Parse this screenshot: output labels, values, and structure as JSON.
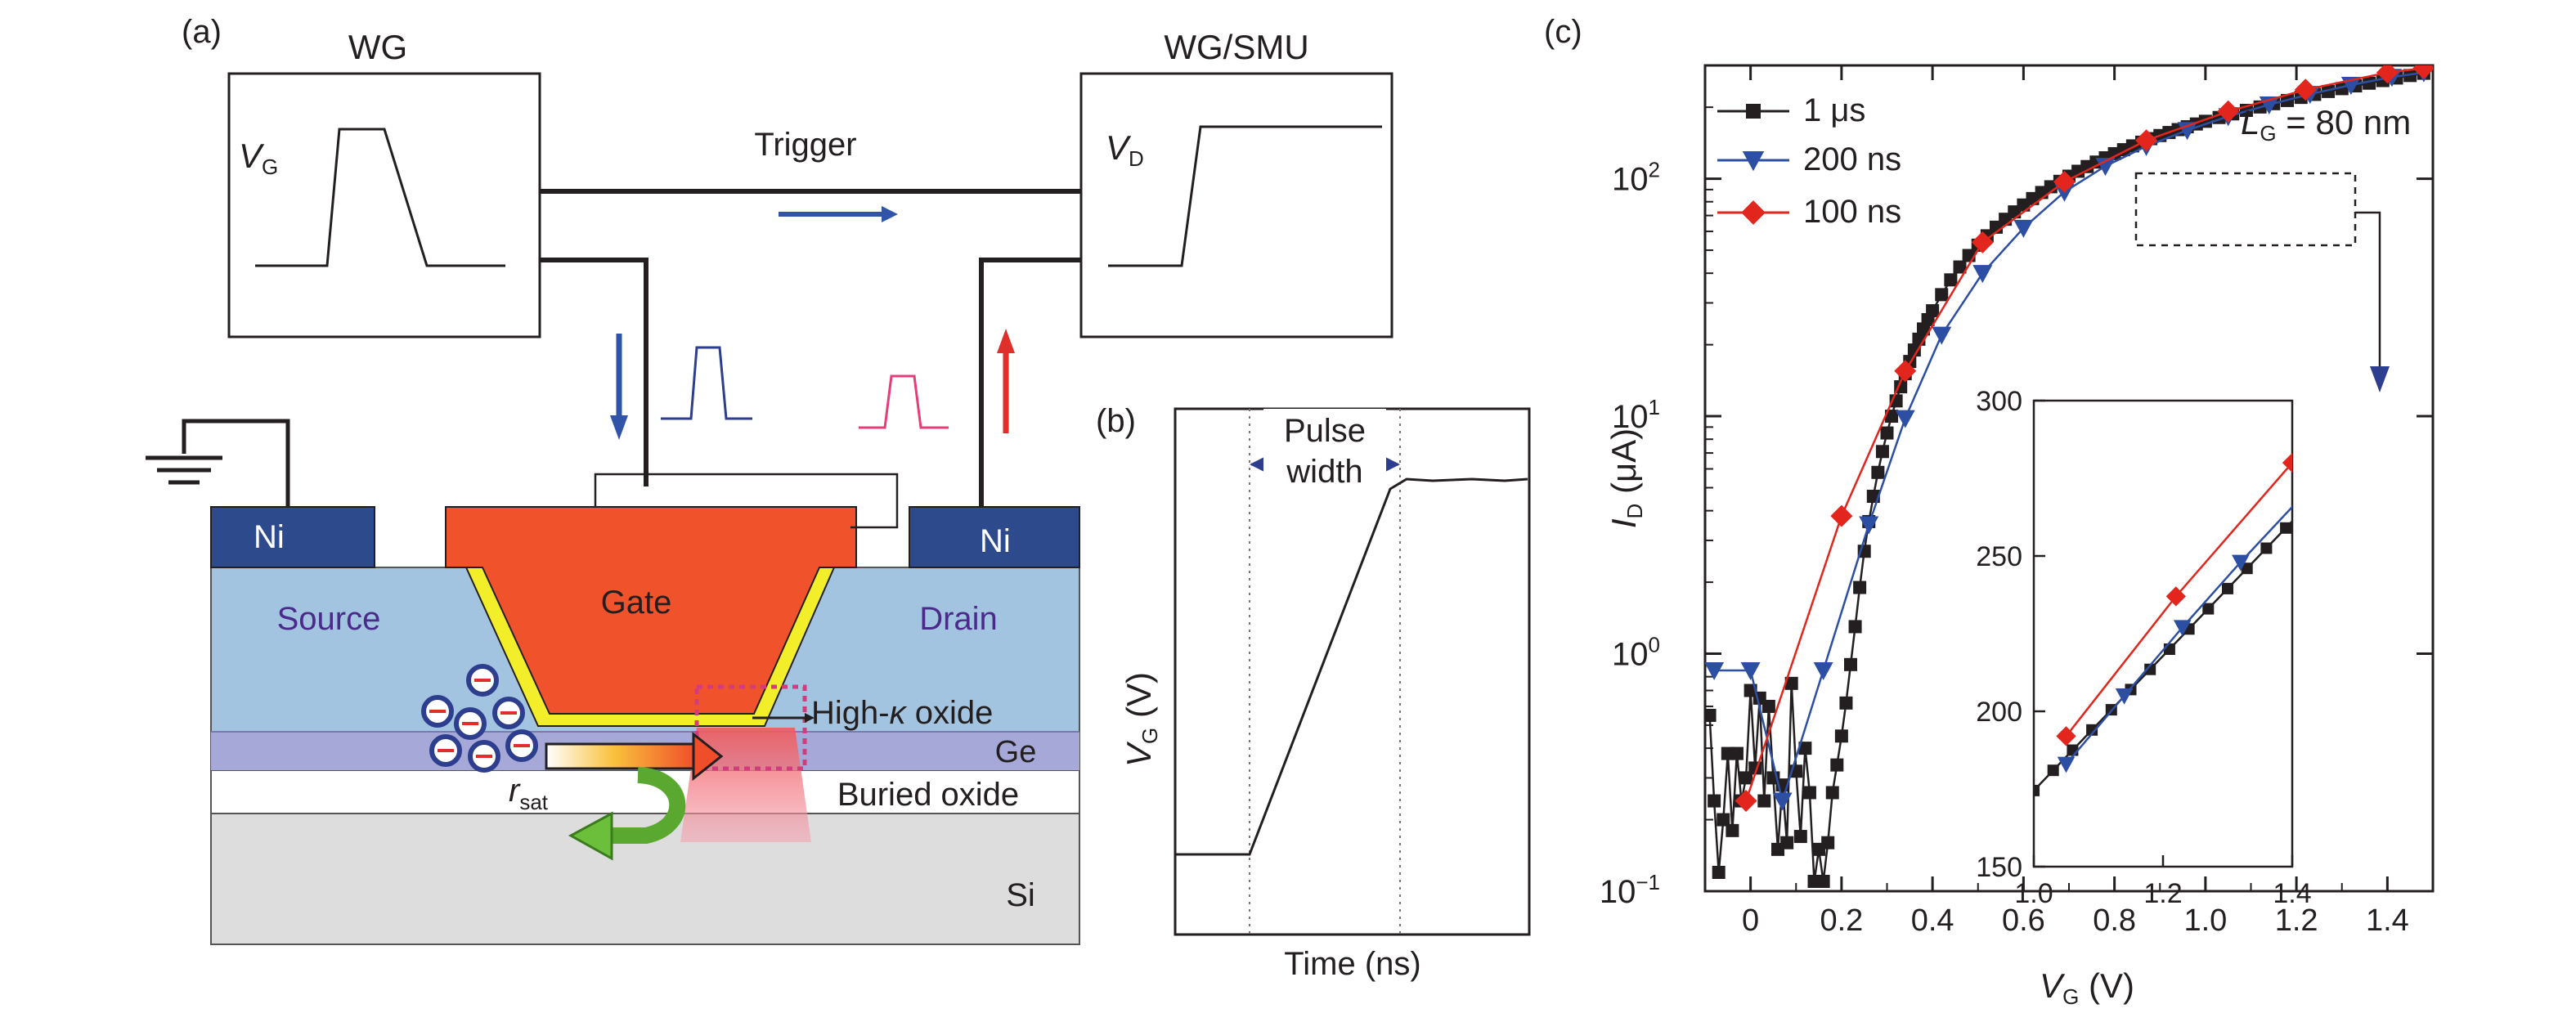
{
  "panel_labels": {
    "a": "(a)",
    "b": "(b)",
    "c": "(c)"
  },
  "panel_a": {
    "wg_title": "WG",
    "wg_smu_title": "WG/SMU",
    "trigger_label": "Trigger",
    "vg_var": "V",
    "vg_sub": "G",
    "vd_var": "V",
    "vd_sub": "D",
    "ni_left": "Ni",
    "ni_right": "Ni",
    "gate_label": "Gate",
    "source_label": "Source",
    "drain_label": "Drain",
    "high_k_label_pre": "High-",
    "high_k_label_kappa": "κ",
    "high_k_label_post": " oxide",
    "ge_label": "Ge",
    "buried_oxide_label": "Buried oxide",
    "si_label": "Si",
    "rsat_var": "r",
    "rsat_sub": "sat",
    "colors": {
      "gate": "#f0532c",
      "gate_oxide": "#f2ee2a",
      "channel": "#a3c4e0",
      "ni": "#2d4a8d",
      "si": "#dddddd",
      "buried_oxide": "#ffffff",
      "electron": "#2d3e8f",
      "blue_arrow": "#2f54a8",
      "red_arrow": "#e02f2a",
      "green_arrow": "#6cbf3a",
      "hot_zone": "#f07a7a",
      "pulse_blue": "#2d3e8f",
      "pulse_pink": "#e63c7a"
    }
  },
  "panel_b": {
    "pulse_label": "Pulse",
    "width_label": "width",
    "ylabel_var": "V",
    "ylabel_sub": "G",
    "ylabel_unit": " (V)",
    "xlabel": "Time (ns)"
  },
  "chart_data": {
    "type": "scatter",
    "title": "",
    "annotation_var": "L",
    "annotation_sub": "G",
    "annotation_text": " = 80 nm",
    "xlabel_var": "V",
    "xlabel_sub": "G",
    "xlabel_unit": " (V)",
    "ylabel_var": "I",
    "ylabel_sub": "D",
    "ylabel_unit": " (μA)",
    "xlim": [
      -0.1,
      1.5
    ],
    "ylim": [
      0.1,
      300
    ],
    "y_scale": "log",
    "legend_position": "top-left",
    "x_ticks": [
      "0",
      "0.2",
      "0.4",
      "0.6",
      "0.8",
      "1.0",
      "1.2",
      "1.4"
    ],
    "x_tick_values": [
      0,
      0.2,
      0.4,
      0.6,
      0.8,
      1.0,
      1.2,
      1.4
    ],
    "y_ticks": [
      {
        "value": 0.1,
        "base": "10",
        "exp": "−1"
      },
      {
        "value": 1,
        "base": "10",
        "exp": "0"
      },
      {
        "value": 10,
        "base": "10",
        "exp": "1"
      },
      {
        "value": 100,
        "base": "10",
        "exp": "2"
      }
    ],
    "series": [
      {
        "name": "1 μs",
        "color": "#231f20",
        "marker": "square",
        "x": [
          -0.09,
          -0.08,
          -0.07,
          -0.06,
          -0.05,
          -0.04,
          -0.03,
          -0.02,
          -0.01,
          0.0,
          0.01,
          0.02,
          0.03,
          0.04,
          0.05,
          0.06,
          0.07,
          0.08,
          0.09,
          0.1,
          0.11,
          0.12,
          0.13,
          0.14,
          0.15,
          0.16,
          0.17,
          0.18,
          0.19,
          0.2,
          0.21,
          0.22,
          0.23,
          0.24,
          0.25,
          0.26,
          0.27,
          0.28,
          0.29,
          0.3,
          0.31,
          0.32,
          0.33,
          0.34,
          0.35,
          0.36,
          0.37,
          0.38,
          0.39,
          0.4,
          0.42,
          0.44,
          0.46,
          0.48,
          0.5,
          0.52,
          0.54,
          0.56,
          0.58,
          0.6,
          0.62,
          0.64,
          0.66,
          0.68,
          0.7,
          0.72,
          0.74,
          0.76,
          0.78,
          0.8,
          0.82,
          0.84,
          0.86,
          0.88,
          0.9,
          0.92,
          0.94,
          0.96,
          0.98,
          1.0,
          1.03,
          1.06,
          1.09,
          1.12,
          1.15,
          1.18,
          1.21,
          1.24,
          1.27,
          1.3,
          1.33,
          1.36,
          1.39,
          1.42,
          1.45,
          1.48
        ],
        "y": [
          0.55,
          0.24,
          0.12,
          0.2,
          0.38,
          0.18,
          0.38,
          0.24,
          0.3,
          0.7,
          0.33,
          0.65,
          0.24,
          0.6,
          0.3,
          0.15,
          0.28,
          0.16,
          0.75,
          0.32,
          0.17,
          0.4,
          0.26,
          0.11,
          0.15,
          0.11,
          0.16,
          0.26,
          0.34,
          0.45,
          0.62,
          0.9,
          1.3,
          1.9,
          2.7,
          3.6,
          4.6,
          5.8,
          7.1,
          8.5,
          10.0,
          11.6,
          13.3,
          15.1,
          17.0,
          19.0,
          21.1,
          23.3,
          25.5,
          27.8,
          32.5,
          37.5,
          42.5,
          47.5,
          52.5,
          57.5,
          62.5,
          67.5,
          72.5,
          77.5,
          82.5,
          87.5,
          92.5,
          97.5,
          102.5,
          107.5,
          112.5,
          117.5,
          122.5,
          127.5,
          132.5,
          137.5,
          142.5,
          147.5,
          152.0,
          156.5,
          161.0,
          165.5,
          170.0,
          174.5,
          181.0,
          187.5,
          194.0,
          200.5,
          207.0,
          213.5,
          220.0,
          226.5,
          233.0,
          239.5,
          246.0,
          252.5,
          259.0,
          265.5,
          272.0,
          278.0
        ]
      },
      {
        "name": "200 ns",
        "color": "#2d4fa3",
        "marker": "triangle-down",
        "x": [
          -0.08,
          0.0,
          0.07,
          0.16,
          0.26,
          0.34,
          0.42,
          0.51,
          0.6,
          0.69,
          0.78,
          0.87,
          0.96,
          1.05,
          1.14,
          1.23,
          1.32,
          1.41,
          1.48
        ],
        "y": [
          0.85,
          0.85,
          0.24,
          0.85,
          3.5,
          9.8,
          22.0,
          40.0,
          62.0,
          88.0,
          113.0,
          137.0,
          160.0,
          183.0,
          205.0,
          227.0,
          248.0,
          268.0,
          280.0
        ]
      },
      {
        "name": "100 ns",
        "color": "#e2261d",
        "marker": "diamond",
        "x": [
          -0.01,
          0.2,
          0.34,
          0.51,
          0.69,
          0.87,
          1.05,
          1.22,
          1.4,
          1.48
        ],
        "y": [
          0.24,
          3.8,
          15.5,
          54.0,
          97.0,
          145.0,
          192.0,
          237.0,
          280.0,
          292.0
        ]
      }
    ],
    "inset": {
      "xlim": [
        1.0,
        1.4
      ],
      "ylim": [
        150,
        300
      ],
      "x_ticks": [
        "1.0",
        "1.2",
        "1.4"
      ],
      "x_tick_values": [
        1.0,
        1.2,
        1.4
      ],
      "y_ticks": [
        "150",
        "200",
        "250",
        "300"
      ],
      "y_tick_values": [
        150,
        200,
        250,
        300
      ]
    }
  }
}
